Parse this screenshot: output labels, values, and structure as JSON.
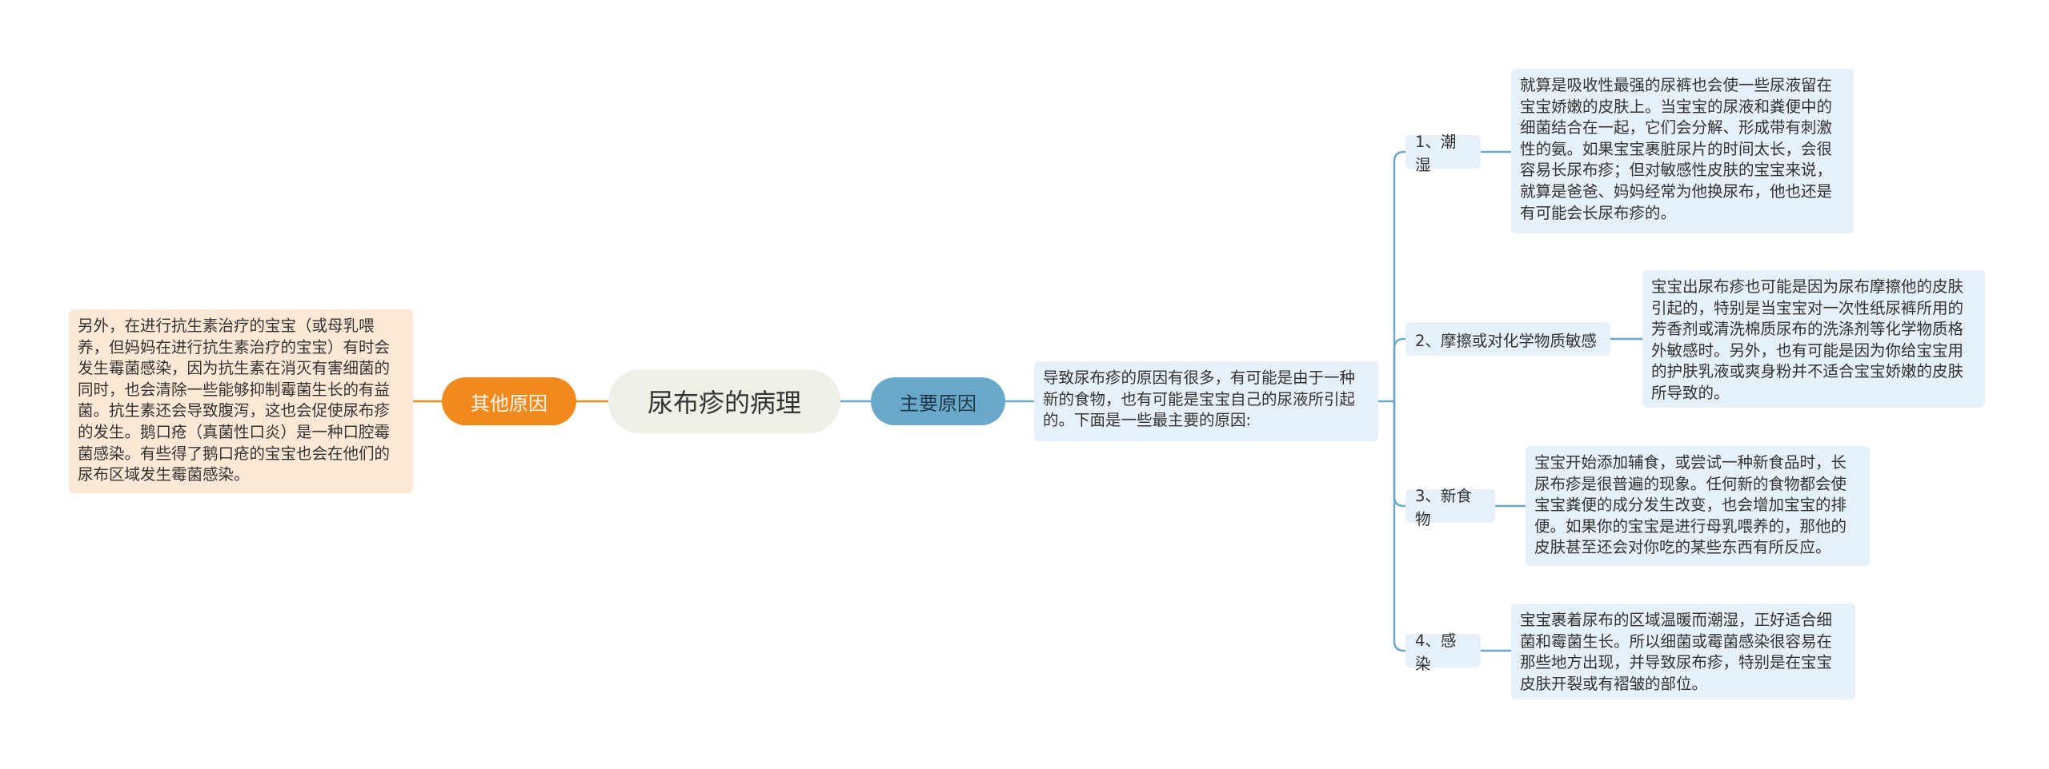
{
  "center": {
    "title": "尿布疹的病理"
  },
  "main_branch": {
    "label": "主要原因",
    "intro": "导致尿布疹的原因有很多，有可能是由于一种新的食物，也有可能是宝宝自己的尿液所引起的。下面是一些最主要的原因:",
    "causes": [
      {
        "label": "1、潮湿",
        "detail": "就算是吸收性最强的尿裤也会使一些尿液留在宝宝娇嫩的皮肤上。当宝宝的尿液和粪便中的细菌结合在一起，它们会分解、形成带有刺激性的氨。如果宝宝裹脏尿片的时间太长，会很容易长尿布疹；但对敏感性皮肤的宝宝来说，就算是爸爸、妈妈经常为他换尿布，他也还是有可能会长尿布疹的。"
      },
      {
        "label": "2、摩擦或对化学物质敏感",
        "detail": "宝宝出尿布疹也可能是因为尿布摩擦他的皮肤引起的，特别是当宝宝对一次性纸尿裤所用的芳香剂或清洗棉质尿布的洗涤剂等化学物质格外敏感时。另外，也有可能是因为你给宝宝用的护肤乳液或爽身粉并不适合宝宝娇嫩的皮肤所导致的。"
      },
      {
        "label": "3、新食物",
        "detail": "宝宝开始添加辅食，或尝试一种新食品时，长尿布疹是很普遍的现象。任何新的食物都会使宝宝粪便的成分发生改变，也会增加宝宝的排便。如果你的宝宝是进行母乳喂养的，那他的皮肤甚至还会对你吃的某些东西有所反应。"
      },
      {
        "label": "4、感染",
        "detail": "宝宝裹着尿布的区域温暖而潮湿，正好适合细菌和霉菌生长。所以细菌或霉菌感染很容易在那些地方出现，并导致尿布疹，特别是在宝宝皮肤开裂或有褶皱的部位。"
      }
    ]
  },
  "other_branch": {
    "label": "其他原因",
    "note": "另外，在进行抗生素治疗的宝宝（或母乳喂养，但妈妈在进行抗生素治疗的宝宝）有时会发生霉菌感染，因为抗生素在消灭有害细菌的同时，也会清除一些能够抑制霉菌生长的有益菌。抗生素还会导致腹泻，这也会促使尿布疹的发生。鹅口疮（真菌性口炎）是一种口腔霉菌感染。有些得了鹅口疮的宝宝也会在他们的尿布区域发生霉菌感染。"
  },
  "colors": {
    "center_bg": "#efefe6",
    "main_branch": "#6aa8c9",
    "other_branch": "#f08a1e",
    "blue_box": "#e5f0f8",
    "orange_box": "#fde8d6",
    "blue_line": "#6aa8c9",
    "orange_line": "#f08a1e"
  }
}
